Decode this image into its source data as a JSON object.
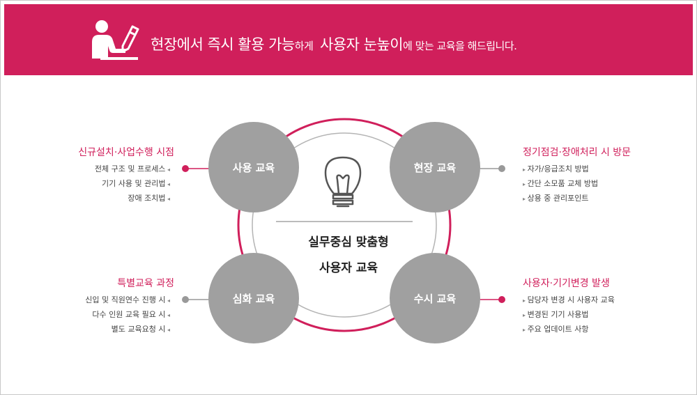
{
  "header": {
    "parts": [
      {
        "text": "현장에서 즉시 활용 가능",
        "size": "big"
      },
      {
        "text": "하게",
        "size": "small"
      },
      {
        "text": "사용자 눈높이",
        "size": "big"
      },
      {
        "text": "에 맞는 교육을 해드립니다.",
        "size": "small"
      }
    ],
    "icon": "person-writing-icon"
  },
  "center": {
    "line1": "실무중심 맞춤형",
    "line2": "사용자 교육",
    "icon": "lightbulb-icon"
  },
  "nodes": {
    "top_left": "사용 교육",
    "top_right": "현장 교육",
    "bottom_left": "심화 교육",
    "bottom_right": "수시 교육"
  },
  "sections": {
    "top_left": {
      "title": "신규설치·사업수행 시점",
      "items": [
        "전체 구조 및 프로세스",
        "기기 사용 및 관리법",
        "장애 조치법"
      ]
    },
    "top_right": {
      "title": "정기점검·장애처리 시 방문",
      "items": [
        "자가/응급조치 방법",
        "간단 소모품 교체 방법",
        "상용 중 관리포인트"
      ]
    },
    "bottom_left": {
      "title": "특별교육 과정",
      "items": [
        "신입 및 직원연수 진행 시",
        "다수 인원 교육 필요 시",
        "별도 교육요청 시"
      ]
    },
    "bottom_right": {
      "title": "사용자·기기변경 발생",
      "items": [
        "담당자 변경 시 사용자 교육",
        "변경된 기기 사용법",
        "주요 업데이트 사항"
      ]
    }
  },
  "colors": {
    "accent": "#d01f5b",
    "node": "#a0a0a0",
    "ring_gray": "#b4b4b4"
  }
}
